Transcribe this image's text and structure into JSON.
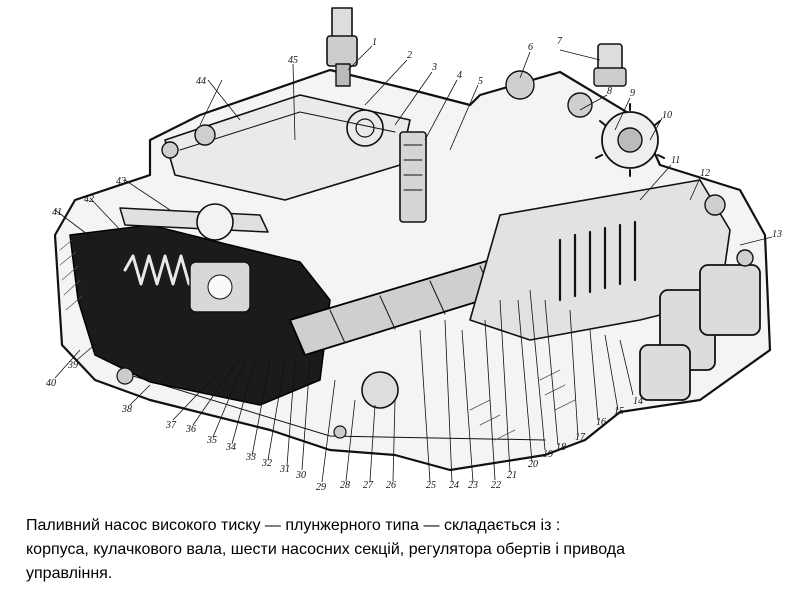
{
  "figure": {
    "callouts": [
      "1",
      "2",
      "3",
      "4",
      "5",
      "6",
      "7",
      "8",
      "9",
      "10",
      "11",
      "12",
      "13",
      "14",
      "15",
      "16",
      "17",
      "18",
      "19",
      "20",
      "21",
      "22",
      "23",
      "24",
      "25",
      "26",
      "27",
      "28",
      "29",
      "30",
      "31",
      "32",
      "33",
      "34",
      "35",
      "36",
      "37",
      "38",
      "39",
      "40",
      "41",
      "42",
      "43",
      "44",
      "45"
    ]
  },
  "caption": {
    "line1": "Паливний  насос високого тиску — плунжерного типа — складається із :",
    "line2": "корпуса, кулачкового вала, шести насосних секцій, регулятора обертів і привода",
    "line3": "управління."
  }
}
